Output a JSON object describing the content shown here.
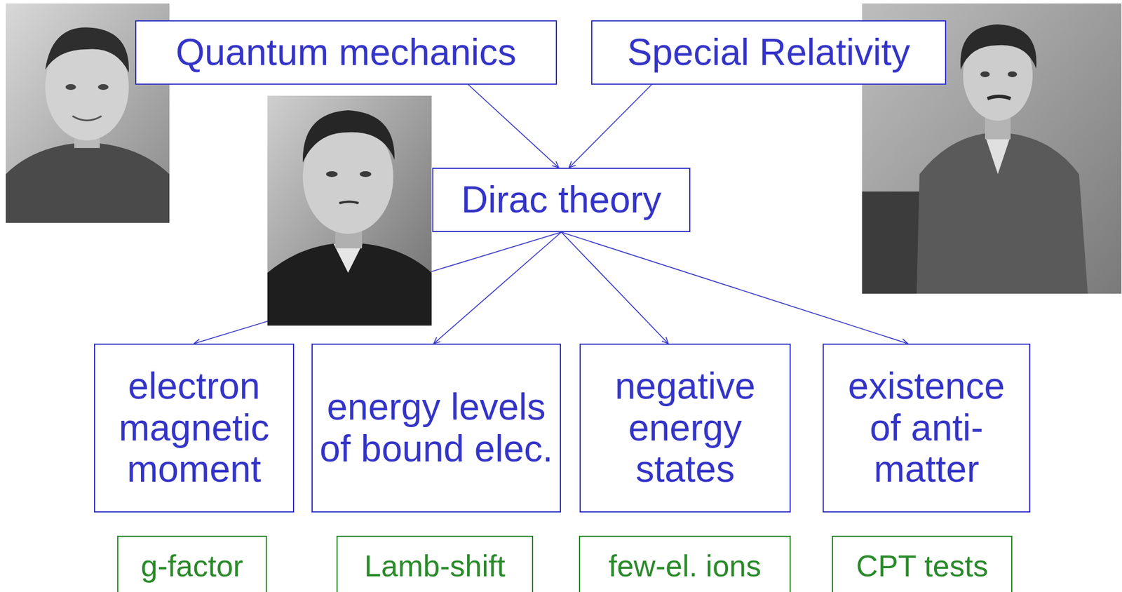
{
  "diagram": {
    "nodes": [
      {
        "text": [
          "Quantum mechanics"
        ]
      },
      {
        "text": [
          "Special Relativity"
        ]
      },
      {
        "text": [
          "Dirac theory"
        ]
      },
      {
        "text": [
          "electron magnetic moment"
        ]
      },
      {
        "text": [
          "energy levels of bound elec."
        ]
      },
      {
        "text": [
          "negative energy states"
        ]
      },
      {
        "text": [
          "existence of anti-matter"
        ]
      },
      {
        "text": [
          "g-factor"
        ]
      },
      {
        "text": [
          "Lamb-shift"
        ]
      },
      {
        "text": [
          "few-el. ions"
        ]
      },
      {
        "text": [
          "CPT tests"
        ]
      }
    ],
    "edges": [
      {
        "from": 0,
        "to": 2,
        "arrow": "to"
      },
      {
        "from": 1,
        "to": 2,
        "arrow": "to"
      },
      {
        "from": 2,
        "to": 3,
        "arrow": "to"
      },
      {
        "from": 2,
        "to": 4,
        "arrow": "to"
      },
      {
        "from": 2,
        "to": 5,
        "arrow": "to"
      },
      {
        "from": 2,
        "to": 6,
        "arrow": "to"
      }
    ]
  }
}
